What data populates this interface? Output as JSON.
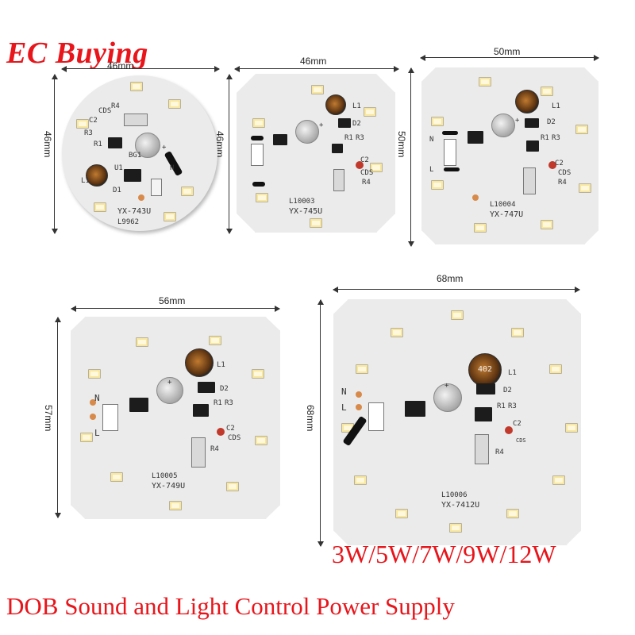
{
  "brand": {
    "text": "EC Buying",
    "color": "#e8151b"
  },
  "boards": [
    {
      "id": "board1",
      "shape": "round",
      "width_label": "46mm",
      "height_label": "46mm",
      "model": "YX-743U",
      "code": "L9962",
      "silk": [
        "CDS",
        "R4",
        "C2",
        "R3",
        "R1",
        "BG1",
        "U1",
        "D1",
        "L1",
        "N",
        "+"
      ]
    },
    {
      "id": "board2",
      "shape": "square",
      "width_label": "46mm",
      "height_label": "46mm",
      "model": "YX-745U",
      "code": "L10003",
      "silk": [
        "L1",
        "D2",
        "R1",
        "R3",
        "C2",
        "CDS",
        "R4",
        "+"
      ]
    },
    {
      "id": "board3",
      "shape": "square",
      "width_label": "50mm",
      "height_label": "50mm",
      "model": "YX-747U",
      "code": "L10004",
      "silk": [
        "L1",
        "D2",
        "R1",
        "R3",
        "C2",
        "CDS",
        "R4",
        "N",
        "L",
        "+"
      ]
    },
    {
      "id": "board4",
      "shape": "square",
      "width_label": "56mm",
      "height_label": "57mm",
      "model": "YX-749U",
      "code": "L10005",
      "silk": [
        "L1",
        "D2",
        "R1",
        "R3",
        "C2",
        "CDS",
        "R4",
        "N",
        "L",
        "+"
      ]
    },
    {
      "id": "board5",
      "shape": "square",
      "width_label": "68mm",
      "height_label": "68mm",
      "model": "YX-7412U",
      "code": "L10006",
      "silk": [
        "L1",
        "D2",
        "R1",
        "R3",
        "C2",
        "CDS",
        "R4",
        "N",
        "L",
        "+"
      ],
      "coil_label": "402"
    }
  ],
  "footer": {
    "wattages": "3W/5W/7W/9W/12W",
    "title": "DOB Sound and Light Control Power Supply",
    "color": "#e8151b"
  }
}
